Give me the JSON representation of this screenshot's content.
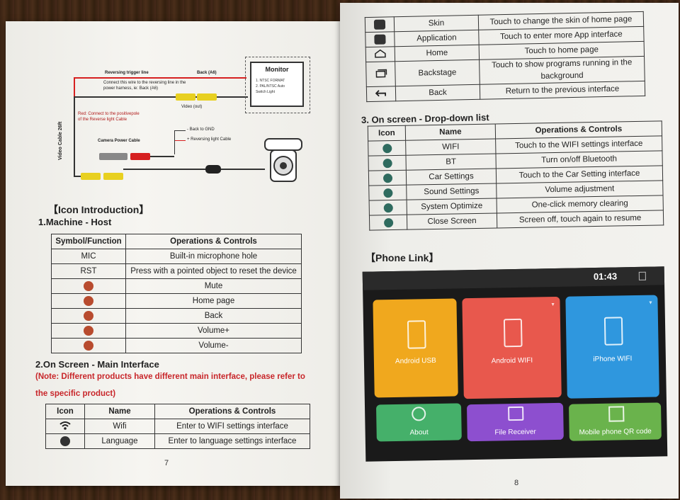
{
  "left_page": {
    "diagram": {
      "reversing_trigger_line": "Reversing trigger line",
      "back_a6": "Back (A6)",
      "connect_note_1": "Connect this wire to the reversing line in the",
      "connect_note_2": "power harness, ie: Back (A6)",
      "video_out": "Video (out)",
      "monitor_title": "Monitor",
      "monitor_line1": "1. NTSC FORMAT",
      "monitor_line2": "2. PAL/NTSC Auto",
      "monitor_line3": "Switch Light",
      "red_note_1": "Red: Connect to the positivepole",
      "red_note_2": "of the Reverse light Cable",
      "video_cable": "Video Cable  26ft",
      "camera_power_cable": "Camera Power Cable",
      "back_to_gnd": "- Back to GND",
      "reversing_light_cable": "+ Reversing light Cable"
    },
    "icon_intro_heading": "【Icon Introduction】",
    "machine_host_heading": "1.Machine - Host",
    "host_table": {
      "headers": [
        "Symbol/Function",
        "Operations & Controls"
      ],
      "rows": [
        {
          "symbol": "MIC",
          "op": "Built-in microphone hole"
        },
        {
          "symbol": "RST",
          "op": "Press with a pointed object to reset the device"
        },
        {
          "symbol": "",
          "op": "Mute"
        },
        {
          "symbol": "",
          "op": "Home page"
        },
        {
          "symbol": "",
          "op": "Back"
        },
        {
          "symbol": "",
          "op": "Volume+"
        },
        {
          "symbol": "",
          "op": "Volume-"
        }
      ]
    },
    "main_interface_heading": "2.On Screen - Main Interface",
    "note_line1": "(Note: Different products have different main interface, please refer to",
    "note_line2": "the specific product)",
    "main_table": {
      "headers": [
        "Icon",
        "Name",
        "Operations & Controls"
      ],
      "rows": [
        {
          "icon": "wifi-icon",
          "name": "Wifi",
          "op": "Enter to WIFI settings interface"
        },
        {
          "icon": "language-icon",
          "name": "Language",
          "op": "Enter to language settings interface"
        }
      ]
    },
    "page_number": "7"
  },
  "right_page": {
    "top_table": {
      "rows": [
        {
          "icon": "skin-icon",
          "name": "Skin",
          "op": "Touch to change the skin of home page"
        },
        {
          "icon": "application-icon",
          "name": "Application",
          "op": "Touch to enter more App interface"
        },
        {
          "icon": "home-icon",
          "name": "Home",
          "op": "Touch to home page"
        },
        {
          "icon": "backstage-icon",
          "name": "Backstage",
          "op": "Touch to show programs running in the background"
        },
        {
          "icon": "back-icon",
          "name": "Back",
          "op": "Return to the previous interface"
        }
      ]
    },
    "dropdown_heading": "3. On screen - Drop-down list",
    "dropdown_table": {
      "headers": [
        "Icon",
        "Name",
        "Operations & Controls"
      ],
      "rows": [
        {
          "icon": "wifi-icon",
          "name": "WIFI",
          "op": "Touch to the WIFI settings interface"
        },
        {
          "icon": "bluetooth-icon",
          "name": "BT",
          "op": "Turn on/off Bluetooth"
        },
        {
          "icon": "car-settings-icon",
          "name": "Car Settings",
          "op": "Touch to the Car Setting interface"
        },
        {
          "icon": "sound-icon",
          "name": "Sound Settings",
          "op": "Volume adjustment"
        },
        {
          "icon": "optimize-icon",
          "name": "System Optimize",
          "op": "One-click memory clearing"
        },
        {
          "icon": "close-screen-icon",
          "name": "Close Screen",
          "op": "Screen off, touch again to resume"
        }
      ]
    },
    "phone_link_heading": "【Phone Link】",
    "screen": {
      "time": "01:43",
      "tiles": [
        {
          "label": "Android USB",
          "color": "#f0a81e"
        },
        {
          "label": "Android WIFI",
          "color": "#e8584d"
        },
        {
          "label": "iPhone WIFI",
          "color": "#2f97de"
        },
        {
          "label": "About",
          "color": "#45b06a"
        },
        {
          "label": "File Receiver",
          "color": "#8d4fcf"
        },
        {
          "label": "Mobile phone QR code",
          "color": "#6ab34c"
        }
      ]
    },
    "page_number": "8"
  }
}
